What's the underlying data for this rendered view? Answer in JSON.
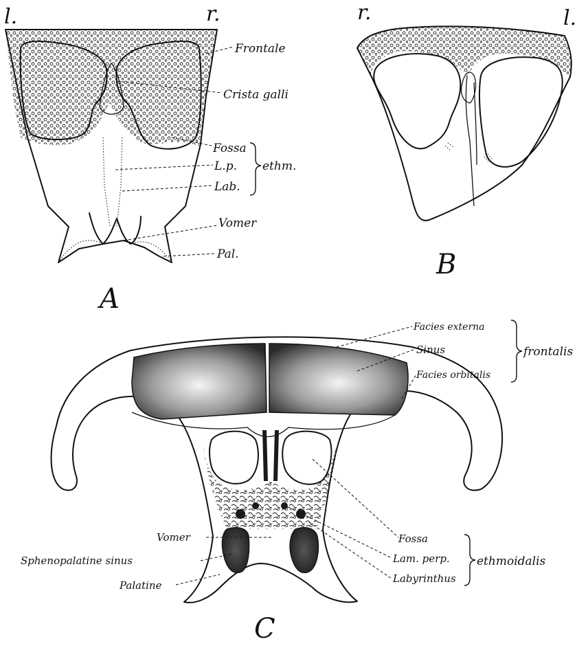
{
  "panel_a": {
    "letter": "A",
    "side_left": "l.",
    "side_right": "r.",
    "labels": {
      "frontale": "Frontale",
      "crista_galli": "Crista galli",
      "fossa": "Fossa",
      "lp": "L.p.",
      "lab": "Lab.",
      "ethm": "ethm.",
      "vomer": "Vomer",
      "pal": "Pal."
    }
  },
  "panel_b": {
    "letter": "B",
    "side_right": "r.",
    "side_left": "l."
  },
  "panel_c": {
    "letter": "C",
    "labels": {
      "facies_externa": "Facies externa",
      "sinus": "Sinus",
      "facies_orbitalis": "Facies orbitalis",
      "frontalis": "frontalis",
      "fossa": "Fossa",
      "lam_perp": "Lam. perp.",
      "labyrinthus": "Labyrinthus",
      "ethmoidalis": "ethmoidalis",
      "vomer": "Vomer",
      "sphenopalatine_sinus": "Sphenopalatine  sinus",
      "palatine": "Palatine"
    }
  }
}
